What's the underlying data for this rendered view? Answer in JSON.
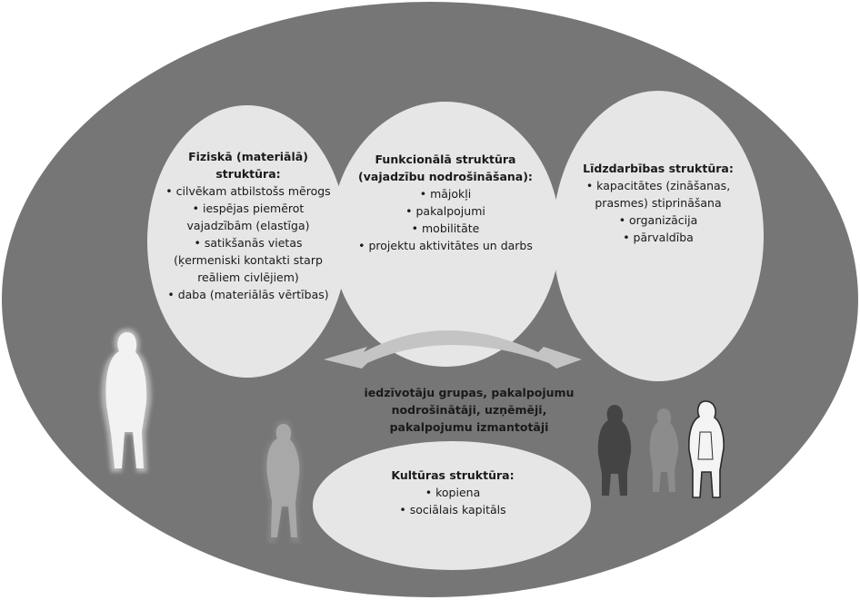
{
  "colors": {
    "outer_ellipse": "#767676",
    "inner_ellipses": "#e6e6e6",
    "arrow": "#c4c4c4",
    "text": "#1a1a1a"
  },
  "physical_structure": {
    "title": "Fiziskā (materiālā) struktūra:",
    "items": [
      "• cilvēkam atbilstošs mērogs",
      "• iespējas piemērot vajadzībām (elastīga)",
      "• satikšanās vietas (ķermeniski kontakti starp reāliem civlējiem)",
      "• daba (materiālās vērtības)"
    ]
  },
  "functional_structure": {
    "title": "Funkcionālā struktūra (vajadzību nodrošināšana):",
    "items": [
      "• mājokļi",
      "• pakalpojumi",
      "• mobilitāte",
      "• projektu aktivitātes un darbs"
    ]
  },
  "cooperation_structure": {
    "title": "Līdzdarbības struktūra:",
    "items": [
      "• kapacitātes (zināšanas, prasmes) stiprināšana",
      "• organizācija",
      "• pārvaldība"
    ]
  },
  "actors": {
    "text": "iedzīvotāju grupas, pakalpojumu nodrošinātāji, uzņēmēji, pakalpojumu izmantotāji"
  },
  "cultural_structure": {
    "title": "Kultūras struktūra:",
    "items": [
      "• kopiena",
      "• sociālais kapitāls"
    ]
  },
  "figures": [
    {
      "name": "person-white-left",
      "shade": "#f2f2f2"
    },
    {
      "name": "person-gray-center",
      "shade": "#a8a8a8"
    },
    {
      "name": "person-dark-right",
      "shade": "#444444"
    },
    {
      "name": "person-mid-right",
      "shade": "#8c8c8c"
    },
    {
      "name": "person-outline-right",
      "shade": "#f4f4f4"
    }
  ]
}
